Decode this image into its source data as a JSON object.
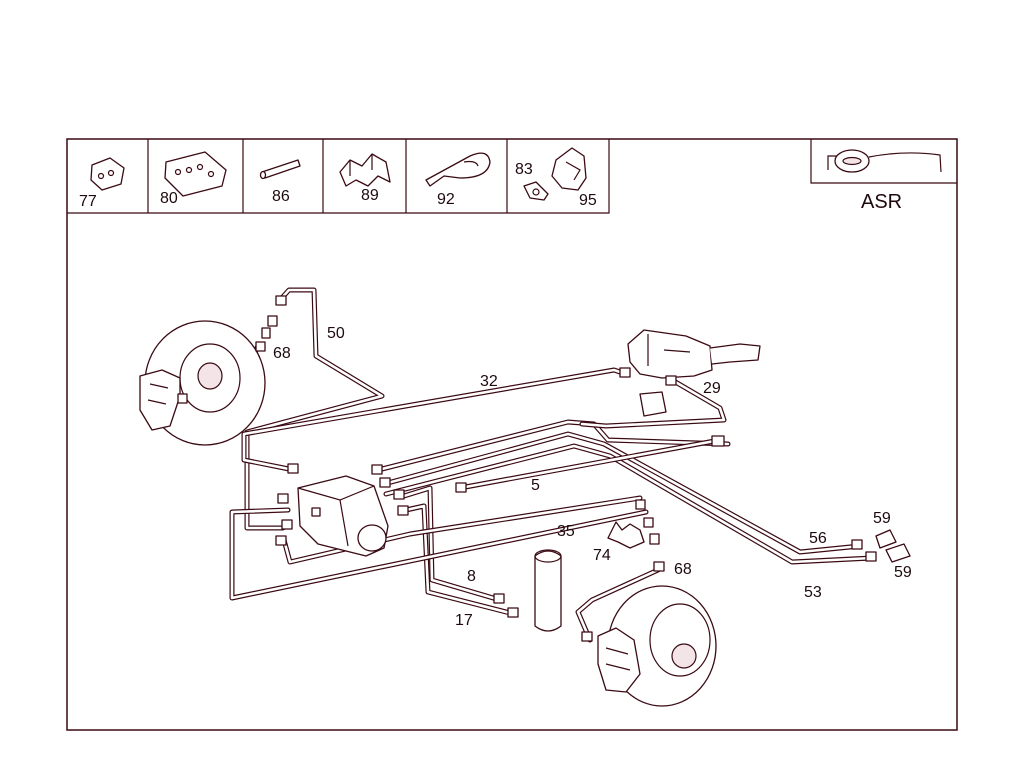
{
  "legend_strip": {
    "items": [
      {
        "label": "77"
      },
      {
        "label": "80"
      },
      {
        "label": "86"
      },
      {
        "label": "89"
      },
      {
        "label": "92"
      },
      {
        "label": "83"
      },
      {
        "label": "95"
      }
    ]
  },
  "variant_box": {
    "label": "ASR",
    "icon": "steering-wheel-icon"
  },
  "callouts": {
    "c50": "50",
    "c68a": "68",
    "c32": "32",
    "c29": "29",
    "c5": "5",
    "c35": "35",
    "c74": "74",
    "c68b": "68",
    "c8": "8",
    "c17": "17",
    "c56": "56",
    "c59a": "59",
    "c53": "53",
    "c59b": "59"
  },
  "colors": {
    "ink": "#3a0a12",
    "background": "#ffffff"
  }
}
